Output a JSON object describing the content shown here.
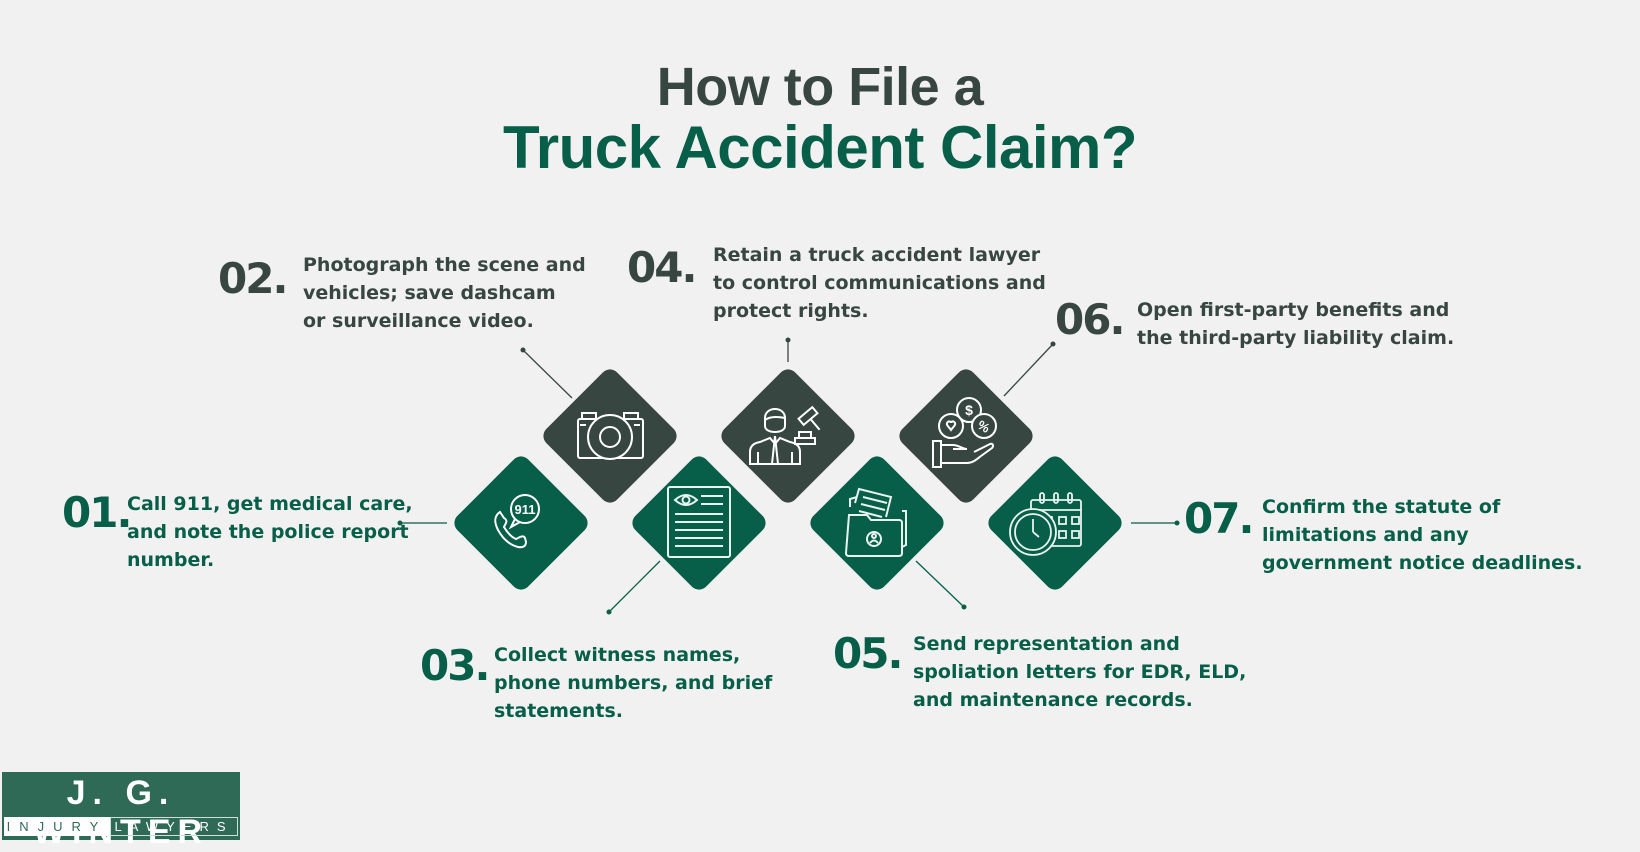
{
  "title": {
    "line1": "How to File a",
    "line2": "Truck Accident Claim?"
  },
  "colors": {
    "background": "#f1f1f1",
    "dark": "#384641",
    "green": "#075e49",
    "icon_stroke": "#ffffff"
  },
  "steps": [
    {
      "number": "01.",
      "text": "Call 911, get medical care,\nand note the police report\nnumber.",
      "icon": "phone-911-icon",
      "tone": "green"
    },
    {
      "number": "02.",
      "text": "Photograph the scene and\nvehicles; save dashcam\nor surveillance video.",
      "icon": "camera-icon",
      "tone": "dark"
    },
    {
      "number": "03.",
      "text": "Collect witness names,\nphone numbers, and brief\nstatements.",
      "icon": "document-eye-icon",
      "tone": "green"
    },
    {
      "number": "04.",
      "text": "Retain a truck accident lawyer\nto control communications and\nprotect rights.",
      "icon": "lawyer-gavel-icon",
      "tone": "dark"
    },
    {
      "number": "05.",
      "text": "Send representation and\nspoliation letters for EDR, ELD,\nand maintenance records.",
      "icon": "folder-documents-icon",
      "tone": "green"
    },
    {
      "number": "06.",
      "text": "Open first-party benefits and\nthe third-party liability claim.",
      "icon": "hand-coins-icon",
      "tone": "dark"
    },
    {
      "number": "07.",
      "text": "Confirm the statute of\nlimitations and any\ngovernment notice deadlines.",
      "icon": "calendar-clock-icon",
      "tone": "green"
    }
  ],
  "icon_labels": {
    "phone_badge": "911",
    "coin_symbol": "$",
    "percent_symbol": "%"
  },
  "logo": {
    "name": "J. G. WINTER",
    "sub_left": "INJURY",
    "sub_right": "LAWYERS"
  }
}
